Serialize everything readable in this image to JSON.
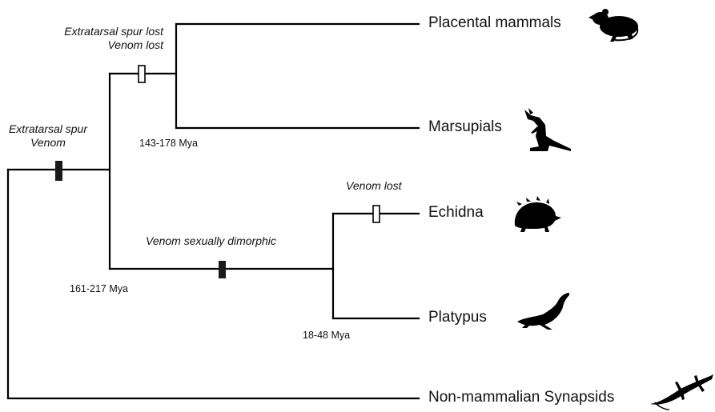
{
  "taxa": {
    "placental": "Placental mammals",
    "marsupials": "Marsupials",
    "echidna": "Echidna",
    "platypus": "Platypus",
    "synapsids": "Non-mammalian Synapsids"
  },
  "events": {
    "root_1": "Extratarsal spur",
    "root_2": "Venom",
    "therian_1": "Extratarsal spur lost",
    "therian_2": "Venom lost",
    "monotreme": "Venom sexually dimorphic",
    "echidna": "Venom lost"
  },
  "dates": {
    "therian": "143-178 Mya",
    "mammal": "161-217 Mya",
    "monotreme": "18-48 Mya"
  },
  "icons": {
    "placental": "rodent-silhouette-icon",
    "marsupials": "kangaroo-silhouette-icon",
    "echidna": "echidna-silhouette-icon",
    "platypus": "platypus-silhouette-icon",
    "synapsids": "lizard-silhouette-icon"
  },
  "colors": {
    "lines": "#000000",
    "gain_marker": "#1a1a1a",
    "loss_marker": "#ffffff"
  }
}
